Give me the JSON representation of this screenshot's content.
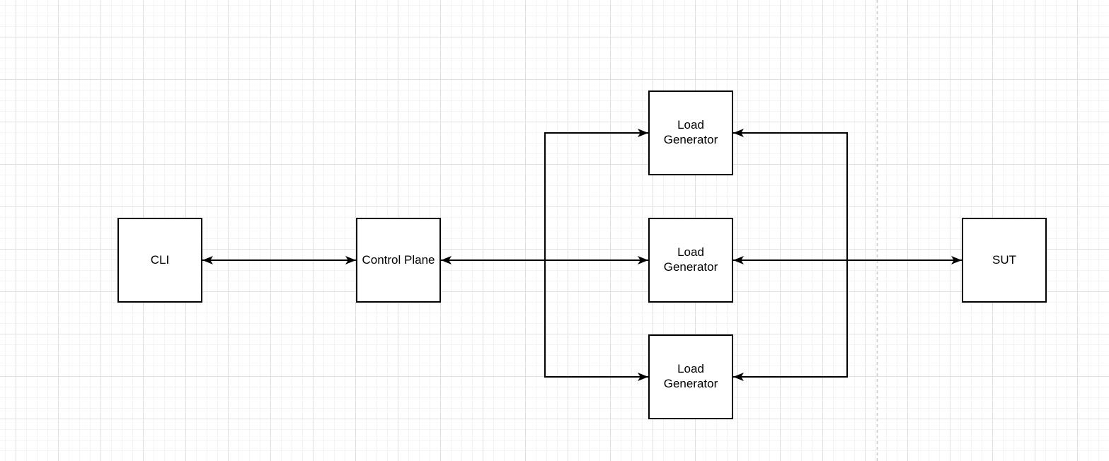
{
  "colors": {
    "stroke": "#000000",
    "shape_fill": "#ffffff",
    "canvas_bg": "#ffffff",
    "grid_minor": "#f3f3f3",
    "grid_major": "#e0e0e0",
    "page_boundary": "#c8c8c8",
    "label": "#000000"
  },
  "diagram": {
    "nodes": [
      {
        "id": "cli",
        "label": "CLI"
      },
      {
        "id": "control-plane",
        "label": "Control Plane"
      },
      {
        "id": "load-generator-1",
        "label": "Load Generator"
      },
      {
        "id": "load-generator-2",
        "label": "Load Generator"
      },
      {
        "id": "load-generator-3",
        "label": "Load Generator"
      },
      {
        "id": "sut",
        "label": "SUT"
      }
    ],
    "connectors": [
      {
        "from": "cli",
        "to": "control-plane",
        "bidirectional": true
      },
      {
        "from": "control-plane",
        "to": "load-generator-2",
        "bidirectional": true
      },
      {
        "from": "control-plane",
        "to": "load-generator-1",
        "bidirectional": false
      },
      {
        "from": "control-plane",
        "to": "load-generator-3",
        "bidirectional": false
      },
      {
        "from": "sut",
        "to": "load-generator-2",
        "bidirectional": true
      },
      {
        "from": "sut",
        "to": "load-generator-1",
        "bidirectional": false
      },
      {
        "from": "sut",
        "to": "load-generator-3",
        "bidirectional": false
      }
    ]
  }
}
